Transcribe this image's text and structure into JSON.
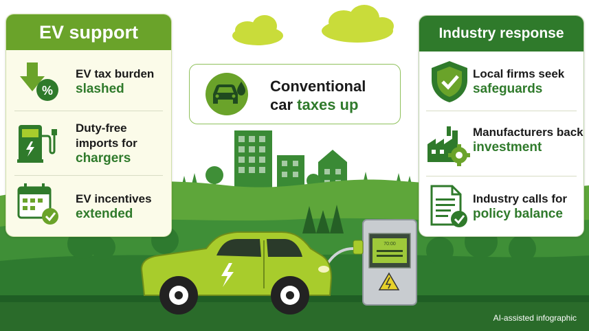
{
  "left_panel": {
    "title": "EV support",
    "items": [
      {
        "icon": "down-arrow-percent-icon",
        "line1": "EV tax burden",
        "line2": "slashed"
      },
      {
        "icon": "charging-station-icon",
        "line1": "Duty-free",
        "line2": "imports for",
        "line3": "chargers"
      },
      {
        "icon": "calendar-check-icon",
        "line1": "EV incentives",
        "line2": "extended"
      }
    ]
  },
  "center": {
    "icon": "car-fuel-drop-icon",
    "line1": "Conventional",
    "line2a": "car",
    "line2b": "taxes up"
  },
  "right_panel": {
    "title": "Industry response",
    "items": [
      {
        "icon": "shield-check-icon",
        "line1": "Local firms seek",
        "line2": "safeguards"
      },
      {
        "icon": "factory-gear-icon",
        "line1": "Manufacturers back",
        "line2": "investment"
      },
      {
        "icon": "document-check-icon",
        "line1": "Industry calls for",
        "line2": "policy balance"
      }
    ]
  },
  "charger_screen_text": "70:00",
  "credit": "AI-assisted infographic",
  "colors": {
    "dark_green": "#2f7a2b",
    "light_green": "#6aa32a",
    "lime": "#a8cc2c"
  }
}
